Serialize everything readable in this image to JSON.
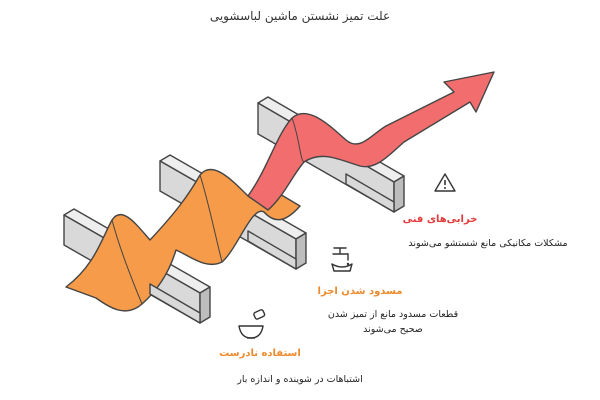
{
  "title": "علت تمیز نشستن ماشین لباسشویی",
  "colors": {
    "orange": "#f59b4a",
    "orange_light": "#f6b36b",
    "red": "#f26e6e",
    "red_light": "#f79393",
    "block_face": "#d9d9d9",
    "block_top": "#eeeeee",
    "block_side": "#bdbdbd",
    "outline": "#444444",
    "label_red": "#e23a3a",
    "label_orange": "#ee8a2c"
  },
  "items": [
    {
      "label": "خرابی‌های فنی",
      "description": "مشکلات مکانیکی مانع شستشو می‌شوند",
      "icon": "warning-machine-icon"
    },
    {
      "label": "مسدود شدن اجزا",
      "description": "قطعات مسدود مانع از تمیز شدن صحیح می‌شوند",
      "icon": "faucet-blocked-icon"
    },
    {
      "label": "استفاده نادرست",
      "description": "اشتباهات در شوینده و اندازه بار",
      "icon": "detergent-bowl-icon"
    }
  ]
}
